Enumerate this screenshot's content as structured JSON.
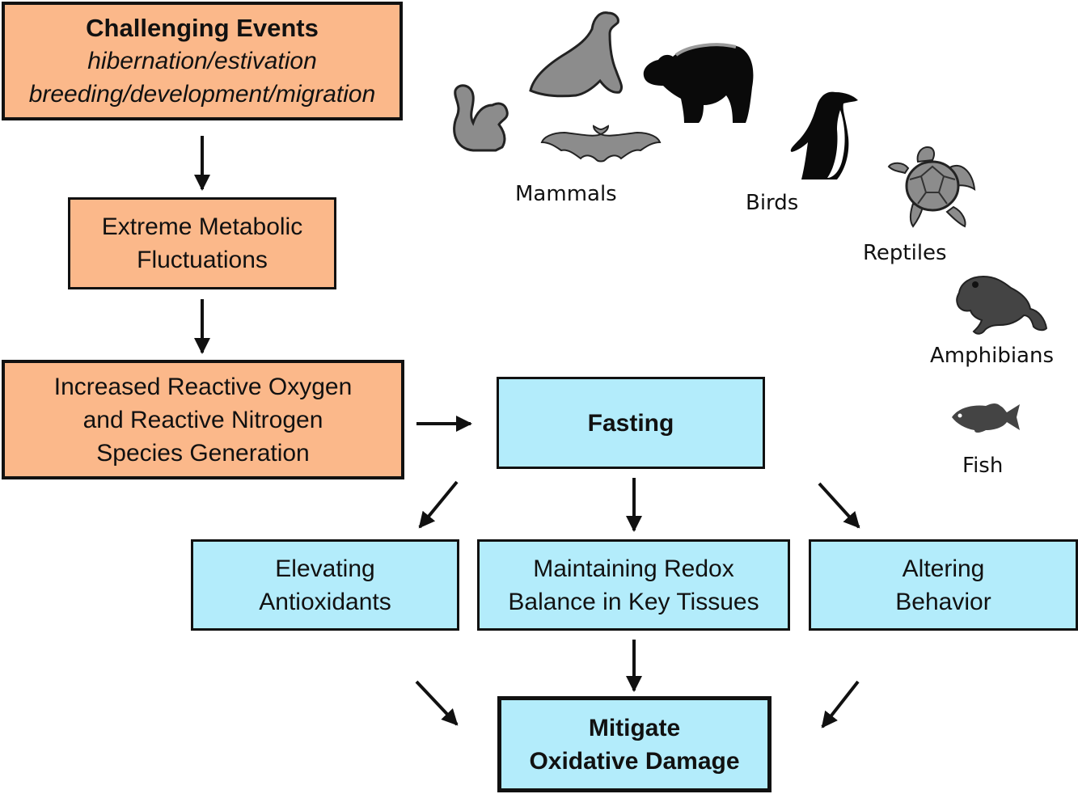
{
  "boxes": {
    "challenging": {
      "title": "Challenging Events",
      "line2": "hibernation/estivation",
      "line3": "breeding/development/migration"
    },
    "metabolic": {
      "line1": "Extreme Metabolic",
      "line2": "Fluctuations"
    },
    "ros": {
      "line1": "Increased Reactive Oxygen",
      "line2": "and Reactive Nitrogen",
      "line3": "Species Generation"
    },
    "fasting": {
      "label": "Fasting"
    },
    "antioxidants": {
      "line1": "Elevating",
      "line2": "Antioxidants"
    },
    "redox": {
      "line1": "Maintaining Redox",
      "line2": "Balance in Key Tissues"
    },
    "behavior": {
      "line1": "Altering",
      "line2": "Behavior"
    },
    "mitigate": {
      "line1": "Mitigate",
      "line2": "Oxidative Damage"
    }
  },
  "animal_groups": {
    "mammals": "Mammals",
    "birds": "Birds",
    "reptiles": "Reptiles",
    "amphibians": "Amphibians",
    "fish": "Fish"
  },
  "icons": [
    "squirrel-icon",
    "sea-lion-icon",
    "bear-icon",
    "bat-icon",
    "penguin-icon",
    "turtle-icon",
    "frog-icon",
    "fish-icon"
  ],
  "colors": {
    "orange_box": "#fbb88a",
    "blue_box": "#b3ecfb",
    "border": "#111111",
    "animal_gray": "#8c8c8c",
    "animal_dark": "#444444"
  }
}
